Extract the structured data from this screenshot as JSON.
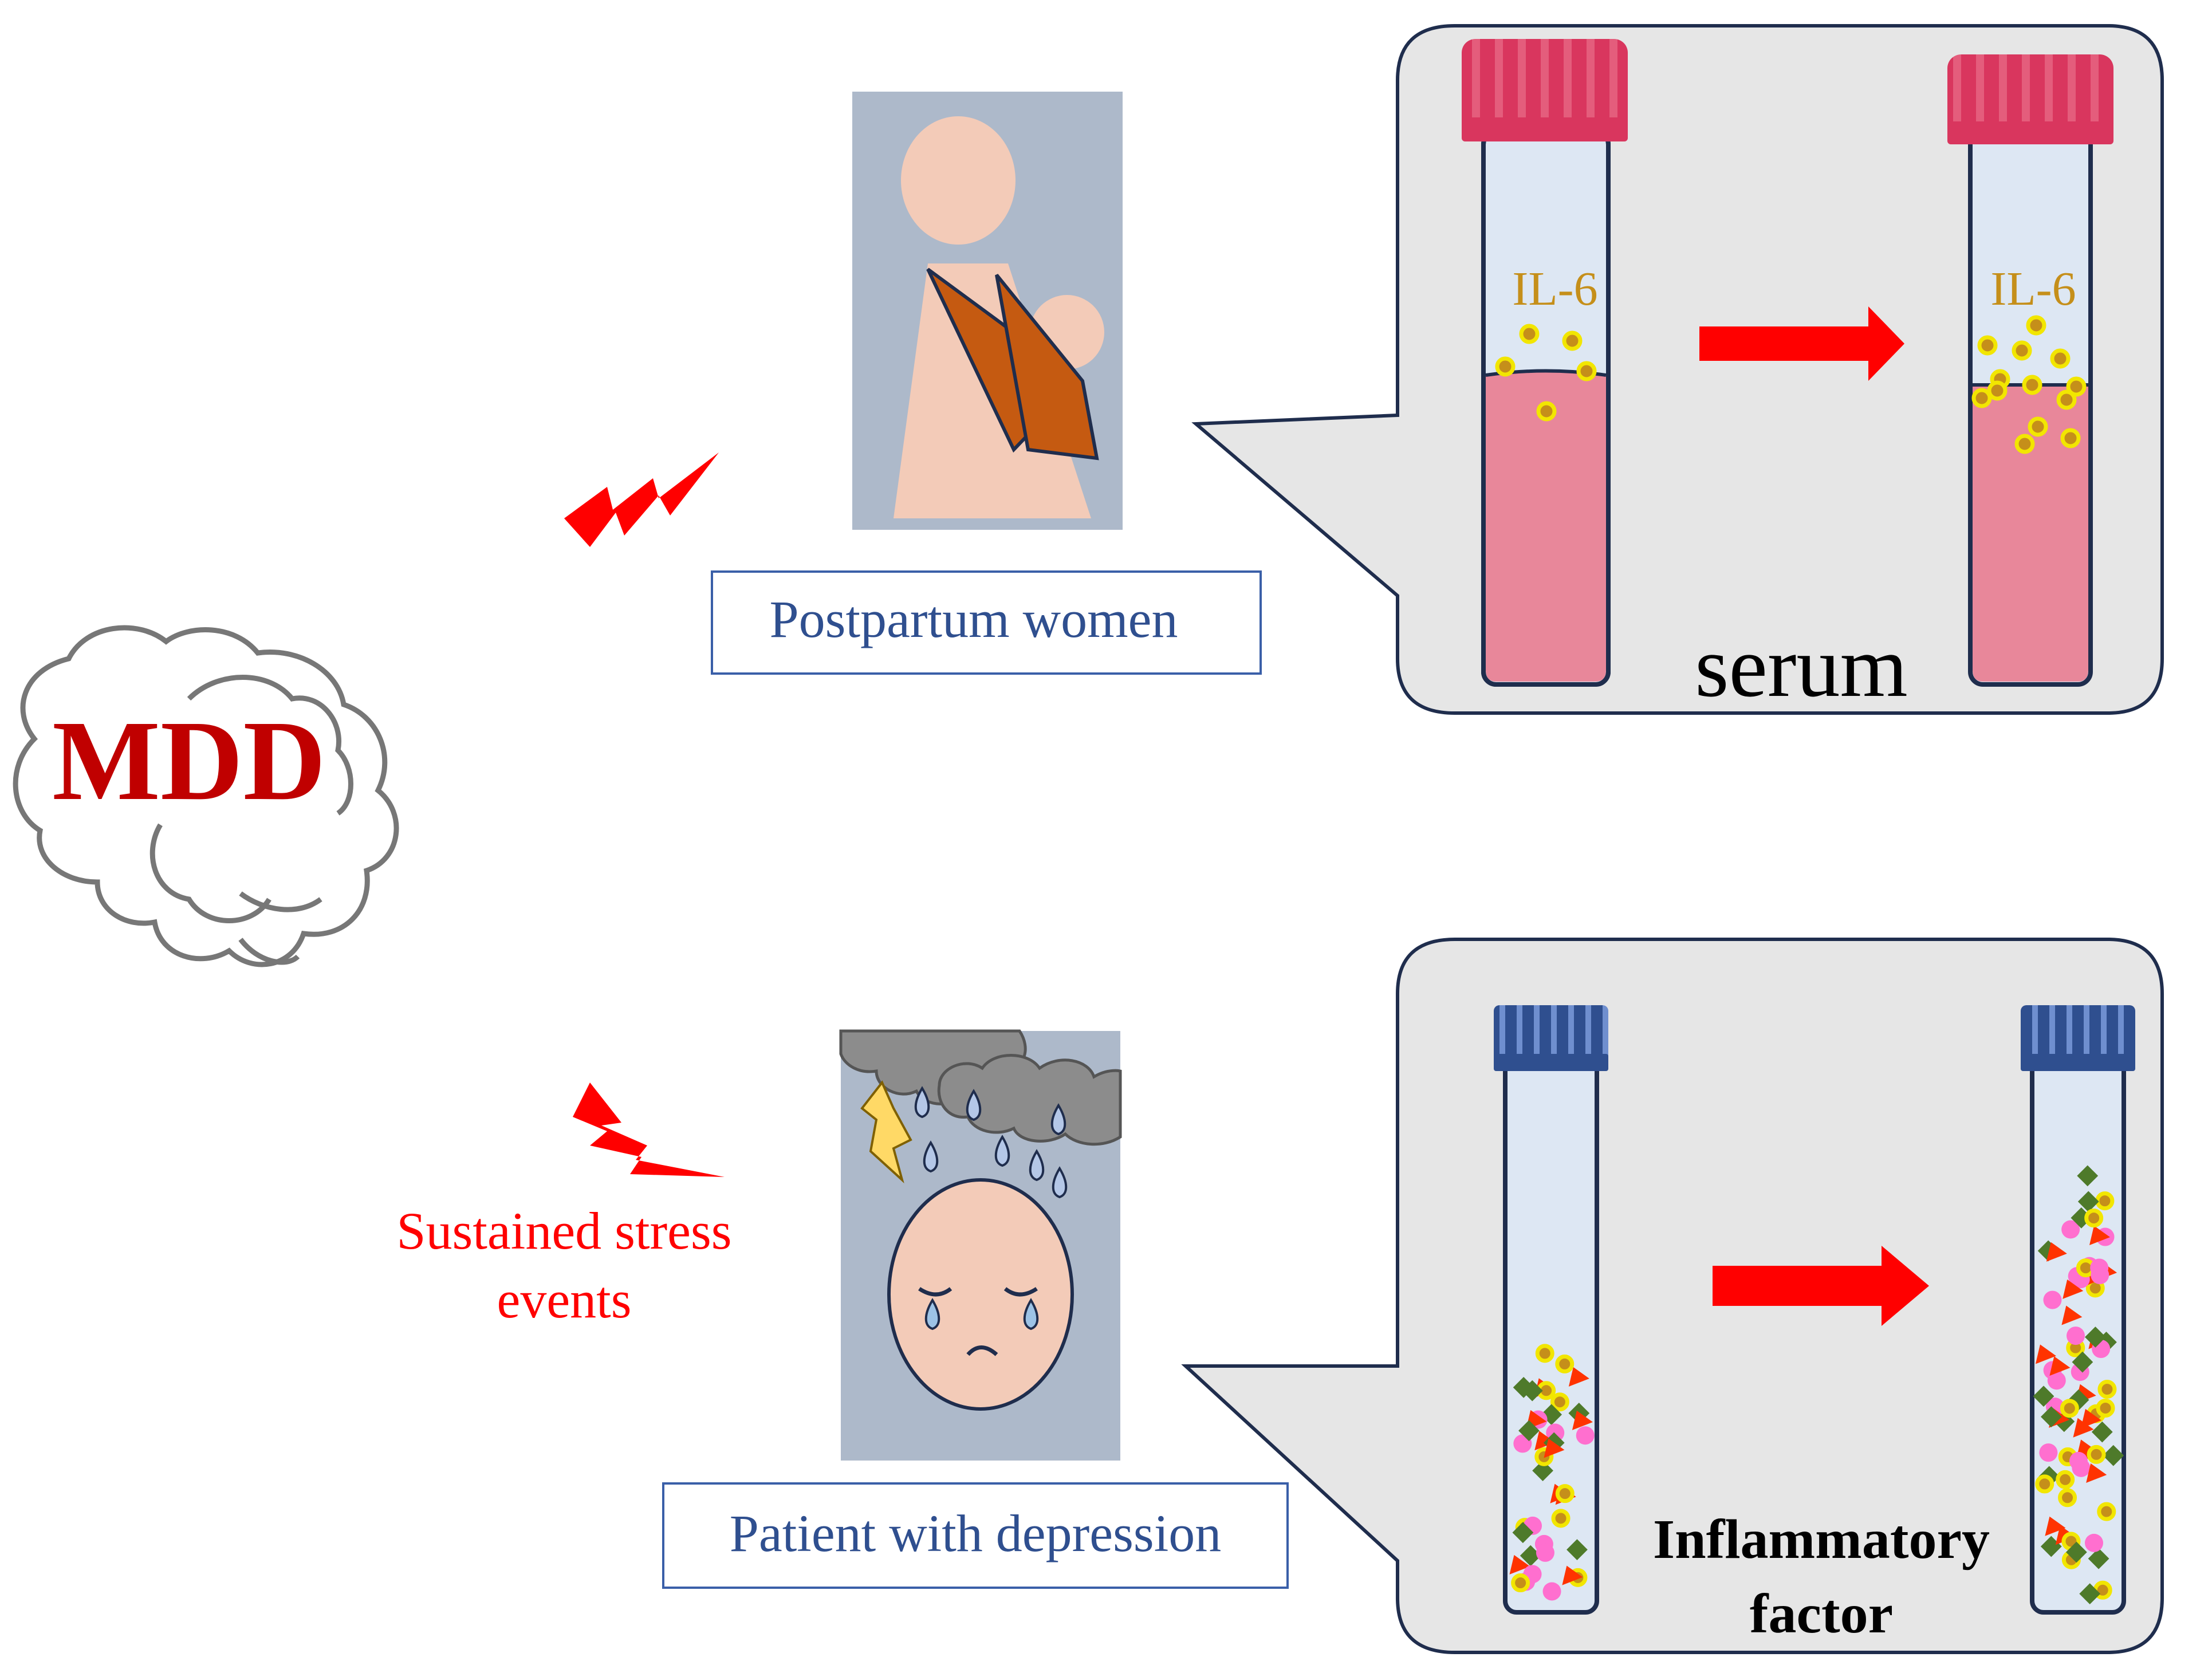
{
  "brain": {
    "label": "MDD"
  },
  "top": {
    "subject_label": "Postpartum women",
    "marker_label_before": "IL-6",
    "marker_label_after": "IL-6",
    "sample_label": "serum"
  },
  "bottom": {
    "stress_label_line1": "Sustained stress",
    "stress_label_line2": "events",
    "subject_label": "Patient with depression",
    "sample_label_line1": "Inflammatory",
    "sample_label_line2": "factor"
  },
  "colors": {
    "red": "#ff0000",
    "dark_red": "#c00000",
    "serum_pink": "#e8879a",
    "tube_blue": "#dde7f3",
    "outline_navy": "#1f2d4d",
    "cap_pink": "#d9365e",
    "cap_blue": "#2f4f8f",
    "il6_dot": "#f2e600",
    "il6_text": "#c58f1a",
    "bubble_gray": "#e6e6e6",
    "skin": "#f3cbb8",
    "sling_brown": "#c55a11",
    "figure_bg": "#adb9ca",
    "label_blue": "#2f4f8f"
  },
  "icons": {
    "brain": "brain-outline-icon",
    "lightning": "lightning-bolt-icon",
    "arrow": "right-arrow-icon"
  }
}
